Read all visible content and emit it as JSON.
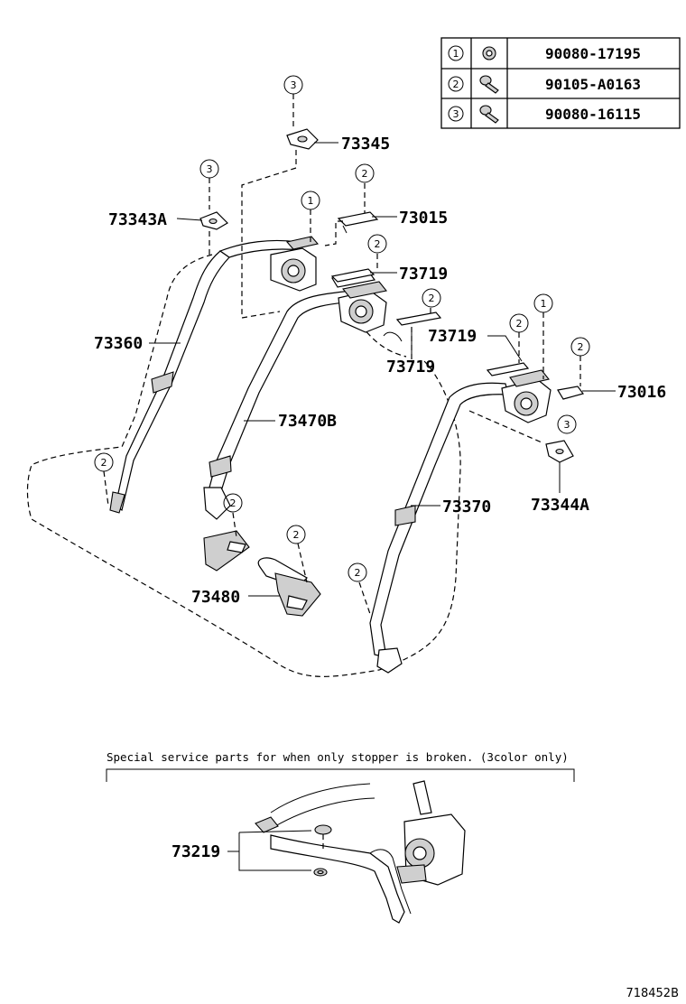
{
  "fastener_table": [
    {
      "ref": "1",
      "icon": "nut-icon",
      "part": "90080-17195"
    },
    {
      "ref": "2",
      "icon": "bolt-icon",
      "part": "90105-A0163"
    },
    {
      "ref": "3",
      "icon": "bolt-icon",
      "part": "90080-16115"
    }
  ],
  "part_numbers": {
    "p73345": "73345",
    "p73343A": "73343A",
    "p73015": "73015",
    "p73719a": "73719",
    "p73719b": "73719",
    "p73719c": "73719",
    "p73360": "73360",
    "p73470B": "73470B",
    "p73016": "73016",
    "p73370": "73370",
    "p73344A": "73344A",
    "p73480": "73480",
    "p73219": "73219"
  },
  "callouts": {
    "c1": "1",
    "c2": "2",
    "c3": "3"
  },
  "note": "Special service parts for when only stopper is broken. (3color only)",
  "figure_id": "718452B"
}
